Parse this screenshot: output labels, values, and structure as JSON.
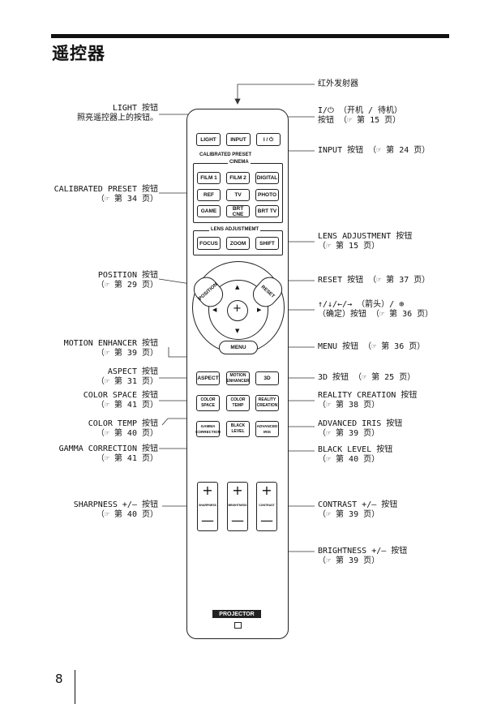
{
  "page": {
    "title": "遥控器",
    "page_number": "8"
  },
  "remote": {
    "top_buttons": [
      "LIGHT",
      "INPUT",
      "I / ⏻"
    ],
    "calibrated_preset_header": "CALIBRATED PRESET",
    "cinema_header": "CINEMA",
    "preset_row1": [
      "FILM 1",
      "FILM 2",
      "DIGITAL"
    ],
    "preset_row2": [
      "REF",
      "TV",
      "PHOTO"
    ],
    "preset_row3": [
      "GAME",
      "BRT CNE",
      "BRT TV"
    ],
    "lens_header": "LENS ADJUSTMEMT",
    "lens_buttons": [
      "FOCUS",
      "ZOOM",
      "SHIFT"
    ],
    "position": "POSITION",
    "reset": "RESET",
    "menu": "MENU",
    "row_a": [
      "ASPECT",
      "MOTION ENHANCER",
      "3D"
    ],
    "row_b": [
      "COLOR SPACE",
      "COLOR TEMP",
      "REALITY CREATION"
    ],
    "row_c": [
      "GAMMA CORRECTION",
      "BLACK LEVEL",
      "ADVANCED IRIS"
    ],
    "rockers": [
      "SHARPNESS",
      "BRIGHTNESS",
      "CONTRAST"
    ],
    "plus": "+",
    "minus": "—",
    "brand": "PROJECTOR"
  },
  "labels": {
    "ir_transmitter": "红外发射器",
    "light_1": "LIGHT 按钮",
    "light_2": "照亮遥控器上的按钮。",
    "power_1": "I/⏻ （开机 / 待机）",
    "power_2": "按钮 （☞ 第 15 页）",
    "input": "INPUT 按钮 （☞ 第 24 页）",
    "calibrated_1": "CALIBRATED PRESET 按钮",
    "calibrated_2": "（☞ 第 34 页）",
    "lens_1": "LENS ADJUSTMENT 按钮",
    "lens_2": "（☞ 第 15 页）",
    "position_1": "POSITION 按钮",
    "position_2": "（☞ 第 29 页）",
    "reset": "RESET 按钮 （☞ 第 37 页）",
    "arrows_1": "↑/↓/←/→ （箭头）/ ⊕",
    "arrows_2": "（确定）按钮 （☞ 第 36 页）",
    "menu": "MENU 按钮 （☞ 第 36 页）",
    "motion_1": "MOTION ENHANCER 按钮",
    "motion_2": "（☞ 第 39 页）",
    "aspect_1": "ASPECT 按钮",
    "aspect_2": "（☞ 第 31 页）",
    "threed": "3D 按钮 （☞ 第 25 页）",
    "colorspace_1": "COLOR SPACE 按钮",
    "colorspace_2": "（☞ 第 41 页）",
    "reality_1": "REALITY CREATION 按钮",
    "reality_2": "（☞ 第 38 页）",
    "colortemp_1": "COLOR TEMP 按钮",
    "colortemp_2": "（☞ 第 40 页）",
    "iris_1": "ADVANCED IRIS 按钮",
    "iris_2": "（☞ 第 39 页）",
    "gamma_1": "GAMMA CORRECTION 按钮",
    "gamma_2": "（☞ 第 41 页）",
    "black_1": "BLACK LEVEL 按钮",
    "black_2": "（☞ 第 40 页）",
    "sharpness_1": "SHARPNESS +/– 按钮",
    "sharpness_2": "（☞ 第 40 页）",
    "contrast_1": "CONTRAST +/– 按钮",
    "contrast_2": "（☞ 第 39 页）",
    "brightness_1": "BRIGHTNESS +/– 按钮",
    "brightness_2": "（☞ 第 39 页）"
  }
}
